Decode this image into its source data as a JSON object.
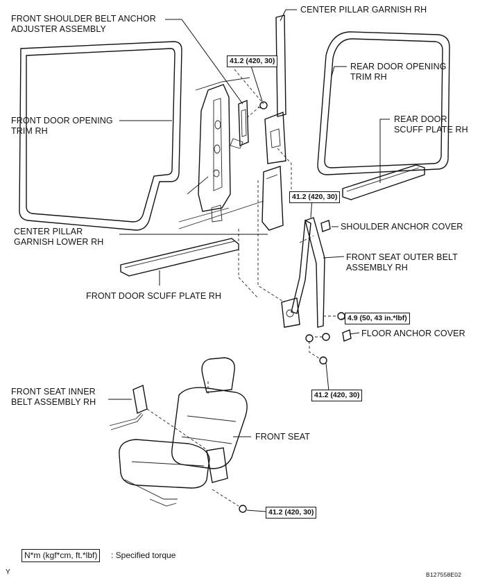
{
  "labels": {
    "front_shoulder_belt_anchor": [
      "FRONT SHOULDER BELT ANCHOR",
      "ADJUSTER ASSEMBLY"
    ],
    "center_pillar_garnish": [
      "CENTER PILLAR GARNISH RH"
    ],
    "rear_door_opening_trim": [
      "REAR DOOR OPENING",
      "TRIM RH"
    ],
    "front_door_opening_trim": [
      "FRONT DOOR OPENING",
      "TRIM RH"
    ],
    "rear_door_scuff_plate": [
      "REAR DOOR",
      "SCUFF PLATE RH"
    ],
    "center_pillar_garnish_lower": [
      "CENTER PILLAR",
      "GARNISH LOWER RH"
    ],
    "shoulder_anchor_cover": [
      "SHOULDER ANCHOR COVER"
    ],
    "front_seat_outer_belt": [
      "FRONT SEAT OUTER BELT",
      "ASSEMBLY RH"
    ],
    "front_door_scuff_plate": [
      "FRONT DOOR SCUFF PLATE RH"
    ],
    "floor_anchor_cover": [
      "FLOOR ANCHOR COVER"
    ],
    "front_seat_inner_belt": [
      "FRONT SEAT INNER",
      "BELT ASSEMBLY RH"
    ],
    "front_seat": [
      "FRONT SEAT"
    ]
  },
  "torques": {
    "upper_anchor": "41.2 (420, 30)",
    "belt_upper": "41.2 (420, 30)",
    "retractor": "4.9 (50, 43 in.*lbf)",
    "floor_anchor": "41.2 (420, 30)",
    "seat": "41.2 (420, 30)"
  },
  "legend": {
    "box": "N*m (kgf*cm, ft.*lbf)",
    "text": ": Specified torque"
  },
  "corner_left": "Y",
  "figure_code": "B127558E02",
  "icons": [
    "bolt-icon",
    "nut-icon"
  ]
}
